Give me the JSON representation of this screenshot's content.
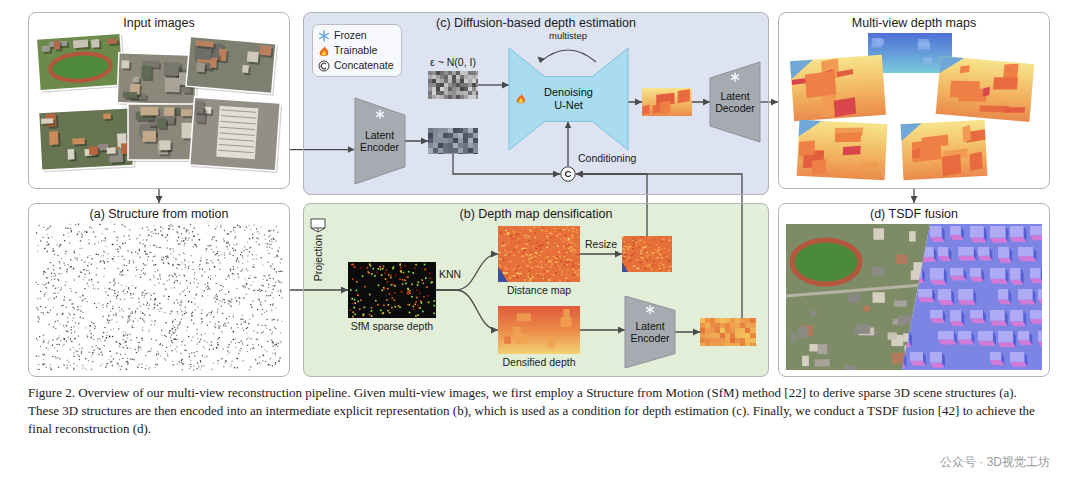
{
  "diagram": {
    "caption": "Figure 2. Overview of our multi-view reconstruction pipeline. Given multi-view images, we first employ a Structure from Motion (SfM) method [22] to derive sparse 3D scene structures (a). These 3D structures are then encoded into an intermediate explicit representation (b), which is used as a condition for depth estimation (c). Finally, we conduct a TSDF fusion [42] to achieve the final reconstruction (d).",
    "nodes": [
      {
        "text": [
          "Input images"
        ]
      },
      {
        "text": [
          "(c) Diffusion-based depth estimation"
        ]
      },
      {
        "text": [
          "Latent Encoder"
        ],
        "in": 1
      },
      {
        "text": [
          "ε ~ N(0, I)"
        ],
        "in": 1
      },
      {
        "text": [
          "Denoising U-Net"
        ],
        "in": 1
      },
      {
        "text": [
          "C"
        ],
        "in": 1
      },
      {
        "text": [
          "Latent Decoder"
        ],
        "in": 1
      },
      {
        "text": [
          "Multi-view depth maps"
        ]
      },
      {
        "text": [
          "(a) Structure from motion"
        ]
      },
      {
        "text": [
          "(b) Depth map densification"
        ]
      },
      {
        "text": [
          "SfM sparse depth"
        ],
        "in": 9
      },
      {
        "text": [
          "Distance map"
        ],
        "in": 9
      },
      {
        "text": [
          "Densified depth"
        ],
        "in": 9
      },
      {
        "text": [
          "Latent Encoder"
        ],
        "in": 9
      },
      {
        "text": [
          "(d) TSDF fusion"
        ]
      }
    ],
    "edges": [
      {
        "from": 0,
        "to": 2,
        "arrow": "to"
      },
      {
        "from": 0,
        "to": 8,
        "arrow": "to"
      },
      {
        "from": 8,
        "to": 10,
        "label": "Projection",
        "arrow": "to"
      },
      {
        "from": 10,
        "to": 11,
        "label": "KNN",
        "arrow": "to"
      },
      {
        "from": 10,
        "to": 12,
        "arrow": "to"
      },
      {
        "from": 11,
        "to": 5,
        "label": "Resize",
        "arrow": "to"
      },
      {
        "from": 12,
        "to": 13,
        "arrow": "to"
      },
      {
        "from": 13,
        "to": 5,
        "arrow": "to"
      },
      {
        "from": 2,
        "to": 5,
        "arrow": "to"
      },
      {
        "from": 3,
        "to": 4,
        "arrow": "to"
      },
      {
        "from": 5,
        "to": 4,
        "label": "Conditioning",
        "arrow": "to"
      },
      {
        "from": 4,
        "to": 6,
        "arrow": "to"
      },
      {
        "from": 6,
        "to": 7,
        "arrow": "to"
      },
      {
        "from": 7,
        "to": 14,
        "arrow": "to"
      }
    ],
    "labels": [
      "multistep",
      "公众号 · 3D视觉工坊"
    ],
    "legend": [
      {
        "text": "Frozen"
      },
      {
        "text": "Trainable"
      },
      {
        "text": "Concatenate"
      }
    ]
  }
}
